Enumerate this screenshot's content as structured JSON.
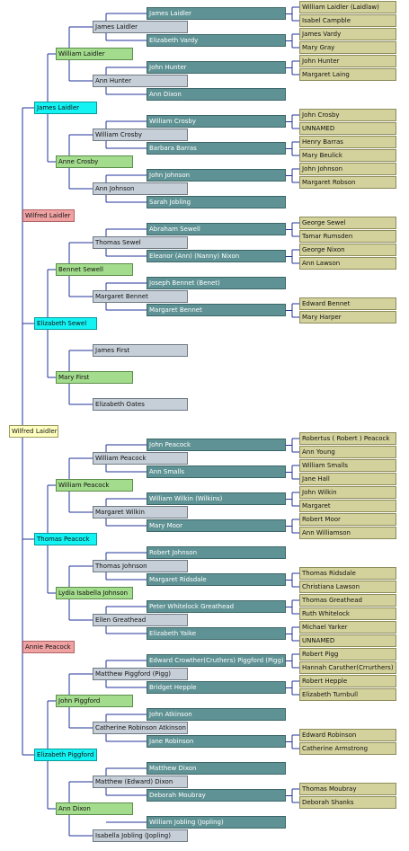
{
  "colors": {
    "line": "#223399",
    "root_box": "#ffffbf",
    "grandparent_box": "#f0a2a3",
    "parent_box": "#14f3f3",
    "gen4_box": "#a3dc8c",
    "gen5_box": "#c6cfd8",
    "gen6_box": "#5f9294",
    "gen7_box": "#d3d29c"
  },
  "persons": {
    "p0": "Wilfred Laidler",
    "p1": "Wilfred Laidler",
    "p2": "Annie Peacock",
    "p3": "James Laidler",
    "p4": "Elizabeth Sewel",
    "p5": "Thomas Peacock",
    "p6": "Elizabeth Piggford",
    "p7": "William Laidler",
    "p8": "Anne Crosby",
    "p9": "Bennet Sewell",
    "p10": "Mary First",
    "p11": "William Peacock",
    "p12": "Lydia Isabella Johnson",
    "p13": "John Piggford",
    "p14": "Ann Dixon",
    "p15": "James Laidler",
    "p16": "Ann Hunter",
    "p17": "William Crosby",
    "p18": "Ann Johnson",
    "p19": "Thomas Sewel",
    "p20": "Margaret Bennet",
    "p21": "James First",
    "p22": "Elizabeth Oates",
    "p23": "William Peacock",
    "p24": "Margaret Wilkin",
    "p25": "Thomas Johnson",
    "p26": "Ellen Greathead",
    "p27": "Matthew Piggford (Pigg)",
    "p28": "Catherine Robinson Atkinson",
    "p29": "Matthew (Edward) Dixon",
    "p30": "Isabella Jobling (Jopling)",
    "p31": "James Laidler",
    "p32": "Elizabeth Vardy",
    "p33": "John Hunter",
    "p34": "Ann Dixon",
    "p35": "William Crosby",
    "p36": "Barbara Barras",
    "p37": "John Johnson",
    "p38": "Sarah Jobling",
    "p39": "Abraham Sewell",
    "p40": "Eleanor (Ann) (Nanny) Nixon",
    "p41": "Joseph Bennet (Benet)",
    "p42": "Margaret Bennet",
    "p47": "John Peacock",
    "p48": "Ann Smalls",
    "p49": "William Wilkin (Wilkins)",
    "p50": "Mary Moor",
    "p51": "Robert Johnson",
    "p52": "Margaret Ridsdale",
    "p53": "Peter Whitelock Greathead",
    "p54": "Elizabeth Yaike",
    "p55": "Edward Crowther(Cruthers) Piggford (Pigg)",
    "p56": "Bridget Hepple",
    "p57": "John Atkinson",
    "p58": "Jane Robinson",
    "p59": "Matthew Dixon",
    "p60": "Deborah Moubray",
    "p61": "William Jobling (Jopling)",
    "p63": "William Laidler (Laidlaw)",
    "p64": "Isabel Campble",
    "p65": "James Vardy",
    "p66": "Mary Gray",
    "p67": "John Hunter",
    "p68": "Margaret Laing",
    "p71": "John Crosby",
    "p72": "UNNAMED",
    "p73": "Henry Barras",
    "p74": "Mary Beulick",
    "p75": "John Johnson",
    "p76": "Margaret Robson",
    "p79": "George Sewel",
    "p80": "Tamar Rumsden",
    "p81": "George Nixon",
    "p82": "Ann Lawson",
    "p85": "Edward Bennet",
    "p86": "Mary Harper",
    "p95": "Robertus ( Robert ) Peacock",
    "p96": "Ann Young",
    "p97": "William Smalls",
    "p98": "Jane Hall",
    "p99": "John Wilkin",
    "p100": "Margaret",
    "p101": "Robert Moor",
    "p102": "Ann Williamson",
    "p105": "Thomas Ridsdale",
    "p106": "Christiana Lawson",
    "p107": "Thomas Greathead",
    "p108": "Ruth Whitelock",
    "p109": "Michael Yarker",
    "p110": "UNNAMED",
    "p111": "Robert Pigg",
    "p112": "Hannah Caruther(Crrurthers)",
    "p113": "Robert Hepple",
    "p114": "Elizabeth Turnbull",
    "p117": "Edward Robinson",
    "p118": "Catherine Armstrong",
    "p121": "Thomas Moubray",
    "p122": "Deborah Shanks"
  }
}
